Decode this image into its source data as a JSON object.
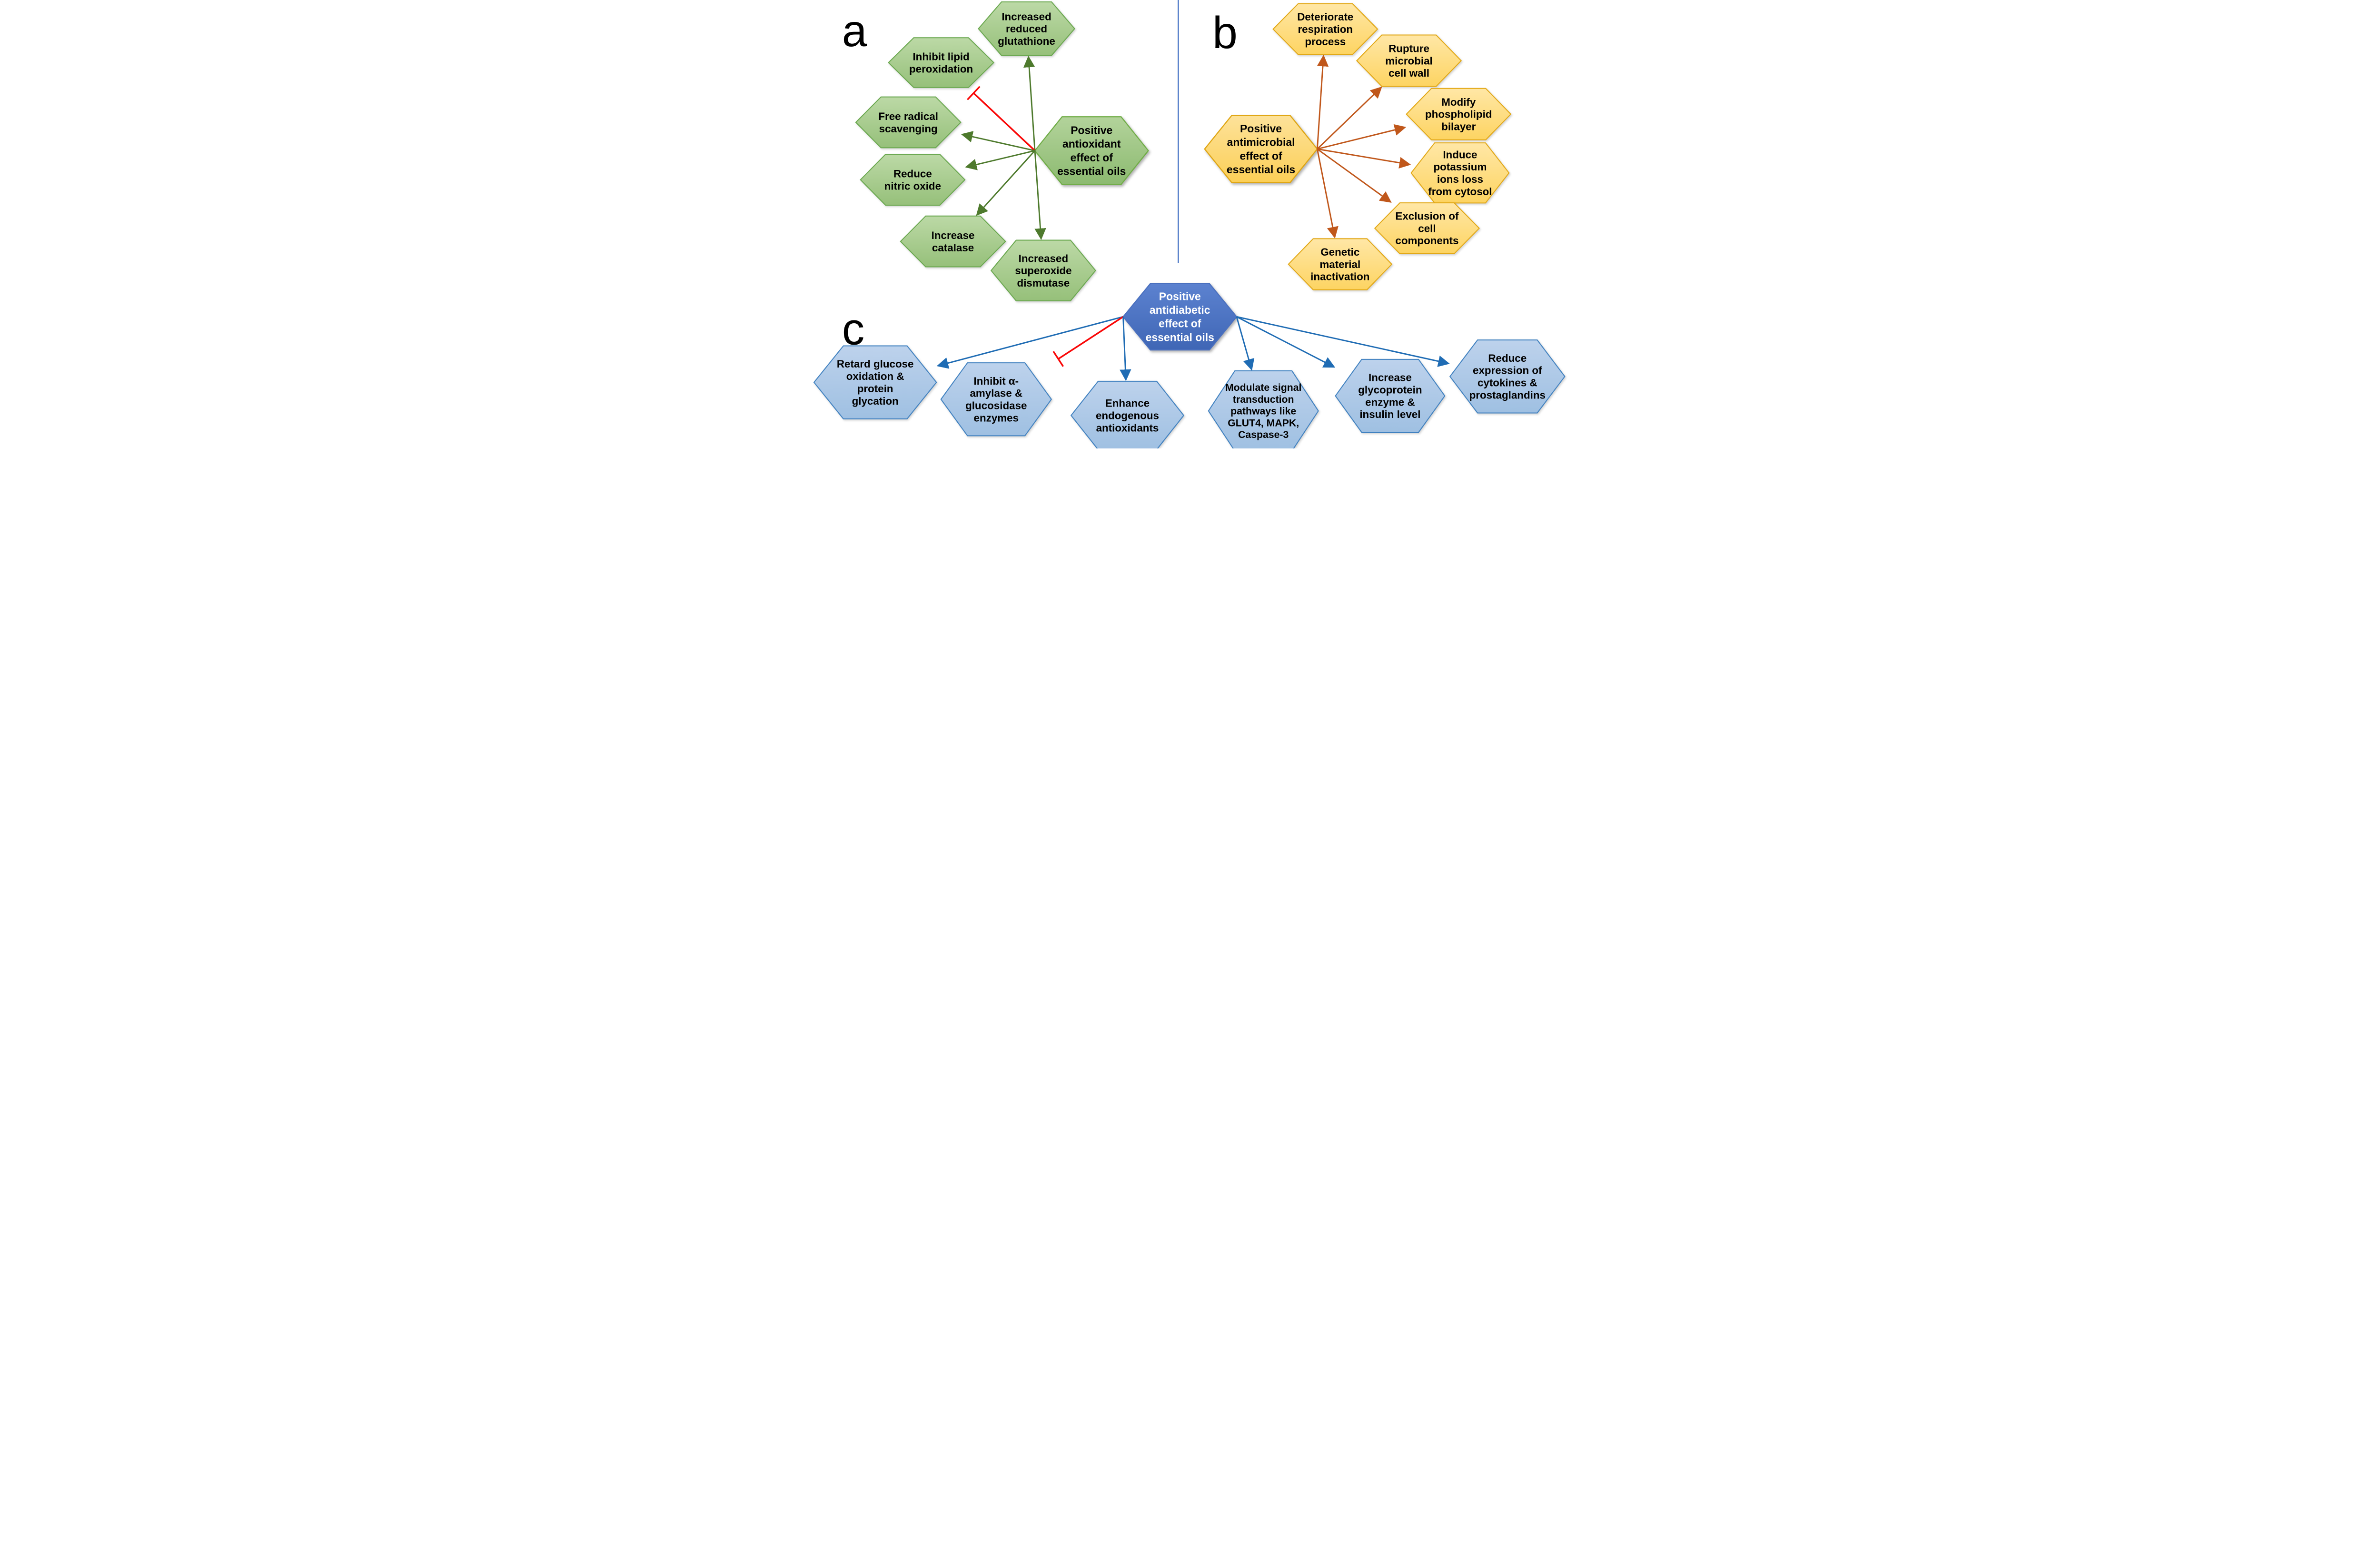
{
  "figure": {
    "background": "#ffffff",
    "divider_color": "#4472c4",
    "inhibit_color": "#f90606",
    "panel_label_color": "#000000",
    "panels": [
      {
        "id": "a",
        "label": "a",
        "theme": {
          "fill_top": "#bcd9a6",
          "fill_bottom": "#96c07a",
          "center_fill_top": "#b3d39b",
          "center_fill_bottom": "#8cba70",
          "border": "#6aa84f",
          "center_border": "#70ad47",
          "arrow": "#4e7a2d",
          "text": "#000000",
          "center_text": "#000000"
        },
        "center": {
          "name": "positive-antioxidant-effect-of-essential-oils",
          "lines": [
            "Positive",
            "antioxidant",
            "effect of",
            "essential oils"
          ]
        },
        "children": [
          {
            "name": "increased-reduced-glutathione",
            "link": "arrow",
            "lines": [
              "Increased",
              "reduced",
              "glutathione"
            ]
          },
          {
            "name": "inhibit-lipid-peroxidation",
            "link": "inhibit",
            "lines": [
              "Inhibit lipid",
              "peroxidation"
            ]
          },
          {
            "name": "free-radical-scavenging",
            "link": "arrow",
            "lines": [
              "Free radical",
              "scavenging"
            ]
          },
          {
            "name": "reduce-nitric-oxide",
            "link": "arrow",
            "lines": [
              "Reduce",
              "nitric oxide"
            ]
          },
          {
            "name": "increase-catalase",
            "link": "arrow",
            "lines": [
              "Increase",
              "catalase"
            ]
          },
          {
            "name": "increased-superoxide-dismutase",
            "link": "arrow",
            "lines": [
              "Increased",
              "superoxide",
              "dismutase"
            ]
          }
        ]
      },
      {
        "id": "b",
        "label": "b",
        "theme": {
          "fill_top": "#ffe7a6",
          "fill_bottom": "#fdd462",
          "center_fill_top": "#fde29a",
          "center_fill_bottom": "#fccf57",
          "border": "#e2a816",
          "center_border": "#dfa511",
          "arrow": "#c0571b",
          "text": "#000000",
          "center_text": "#000000"
        },
        "center": {
          "name": "positive-antimicrobial-effect-of-essential-oils",
          "lines": [
            "Positive",
            "antimicrobial",
            "effect of",
            "essential oils"
          ]
        },
        "children": [
          {
            "name": "deteriorate-respiration-process",
            "link": "arrow",
            "lines": [
              "Deteriorate",
              "respiration",
              "process"
            ]
          },
          {
            "name": "rupture-microbial-cell-wall",
            "link": "arrow",
            "lines": [
              "Rupture",
              "microbial",
              "cell wall"
            ]
          },
          {
            "name": "modify-phospholipid-bilayer",
            "link": "arrow",
            "lines": [
              "Modify",
              "phospholipid",
              "bilayer"
            ]
          },
          {
            "name": "induce-potassium-ions-loss-from-cytosol",
            "link": "arrow",
            "lines": [
              "Induce",
              "potassium",
              "ions loss",
              "from cytosol"
            ]
          },
          {
            "name": "exclusion-of-cell-components",
            "link": "arrow",
            "lines": [
              "Exclusion of",
              "cell",
              "components"
            ]
          },
          {
            "name": "genetic-material-inactivation",
            "link": "arrow",
            "lines": [
              "Genetic",
              "material",
              "inactivation"
            ]
          }
        ]
      },
      {
        "id": "c",
        "label": "c",
        "theme": {
          "fill_top": "#bdd2ec",
          "fill_bottom": "#9fc0e2",
          "center_fill_top": "#5c82d0",
          "center_fill_bottom": "#3f66b5",
          "border": "#4081c0",
          "center_border": "#4a70bf",
          "arrow": "#1f6cb4",
          "text": "#000000",
          "center_text": "#ffffff"
        },
        "center": {
          "name": "positive-antidiabetic-effect-of-essential-oils",
          "lines": [
            "Positive",
            "antidiabetic",
            "effect of",
            "essential oils"
          ]
        },
        "children": [
          {
            "name": "retard-glucose-oxidation-protein-glycation",
            "link": "arrow",
            "lines": [
              "Retard glucose",
              "oxidation &",
              "protein",
              "glycation"
            ]
          },
          {
            "name": "inhibit-alpha-amylase-glucosidase-enzymes",
            "link": "inhibit",
            "lines": [
              "Inhibit α-",
              "amylase &",
              "glucosidase",
              "enzymes"
            ]
          },
          {
            "name": "enhance-endogenous-antioxidants",
            "link": "arrow",
            "lines": [
              "Enhance",
              "endogenous",
              "antioxidants"
            ]
          },
          {
            "name": "modulate-signal-transduction-pathways",
            "link": "arrow",
            "lines": [
              "Modulate signal",
              "transduction",
              "pathways like",
              "GLUT4, MAPK,",
              "Caspase-3"
            ]
          },
          {
            "name": "increase-glycoprotein-enzyme-insulin-level",
            "link": "arrow",
            "lines": [
              "Increase",
              "glycoprotein",
              "enzyme &",
              "insulin level"
            ]
          },
          {
            "name": "reduce-expression-cytokines-prostaglandins",
            "link": "arrow",
            "lines": [
              "Reduce",
              "expression of",
              "cytokines &",
              "prostaglandins"
            ]
          }
        ]
      }
    ]
  }
}
